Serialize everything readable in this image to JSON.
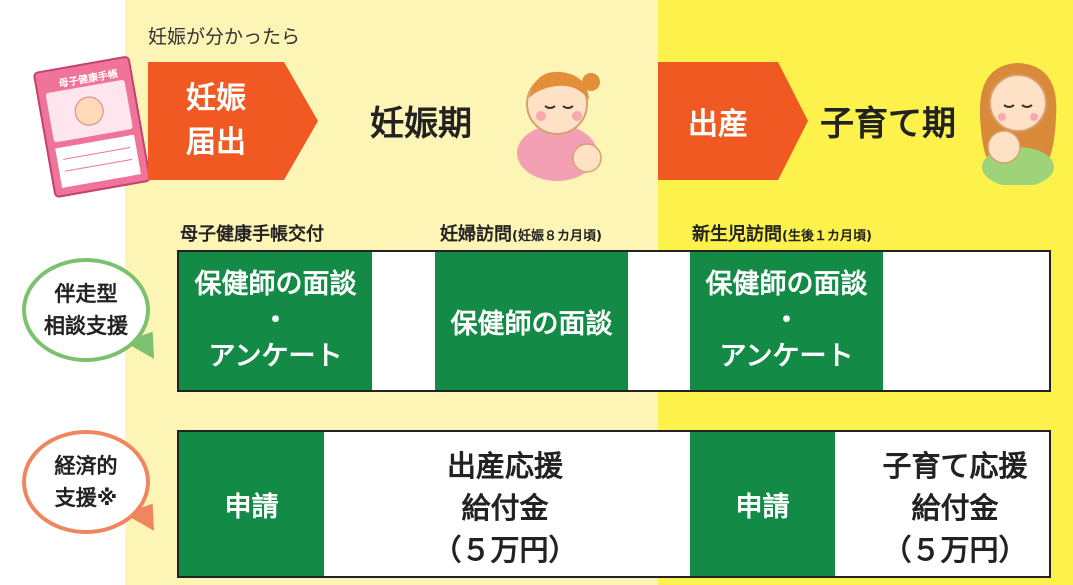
{
  "top_note": "妊娠が分かったら",
  "arrow1": {
    "line1": "妊娠",
    "line2": "届出"
  },
  "phase1": "妊娠期",
  "arrow2": "出産",
  "phase2": "子育て期",
  "handbook": {
    "cover_text": "母子健康手帳"
  },
  "labels": {
    "issue": "母子健康手帳交付",
    "visit_prenatal": "妊婦訪問",
    "visit_prenatal_note": "(妊娠８カ月頃)",
    "visit_newborn": "新生児訪問",
    "visit_newborn_note": "(生後１カ月頃)"
  },
  "rows": {
    "support_bubble": {
      "line1": "伴走型",
      "line2": "相談支援"
    },
    "economic_bubble": {
      "line1": "経済的",
      "line2": "支援※"
    }
  },
  "boxes": {
    "b1": "保健師の面談\n・\nアンケート",
    "b2": "保健師の面談",
    "b3": "保健師の面談\n・\nアンケート",
    "b4": "申請",
    "b5": "申請"
  },
  "benefits": {
    "birth": "出産応援\n給付金\n（５万円）",
    "childcare": "子育て応援\n給付金\n（５万円）"
  },
  "colors": {
    "accent_orange": "#f05a22",
    "green": "#138a45",
    "pale_yellow": "#fdf5b5",
    "bright_yellow": "#fdf24c"
  }
}
